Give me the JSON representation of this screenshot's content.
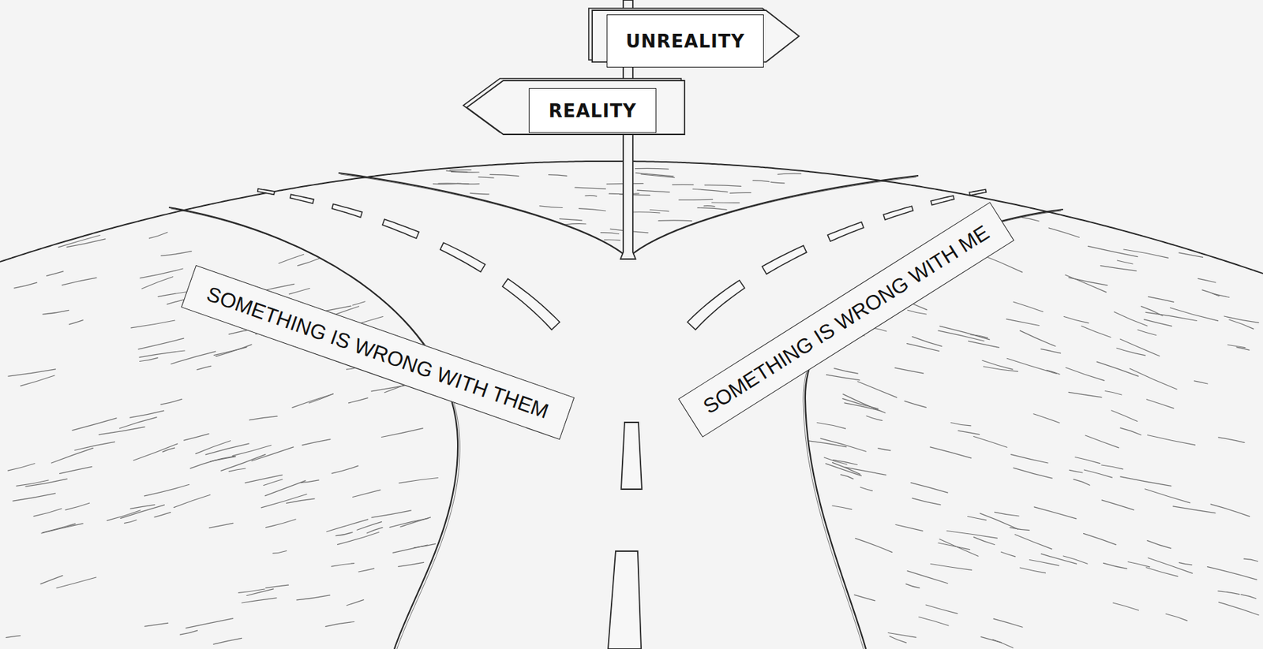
{
  "diagram": {
    "nodes": [
      {
        "text": [
          "UNREALITY"
        ]
      },
      {
        "text": [
          "REALITY"
        ]
      },
      {
        "text": [
          "SOMETHING IS WRONG WITH THEM"
        ]
      },
      {
        "text": [
          "SOMETHING IS WRONG WITH ME"
        ]
      }
    ]
  }
}
